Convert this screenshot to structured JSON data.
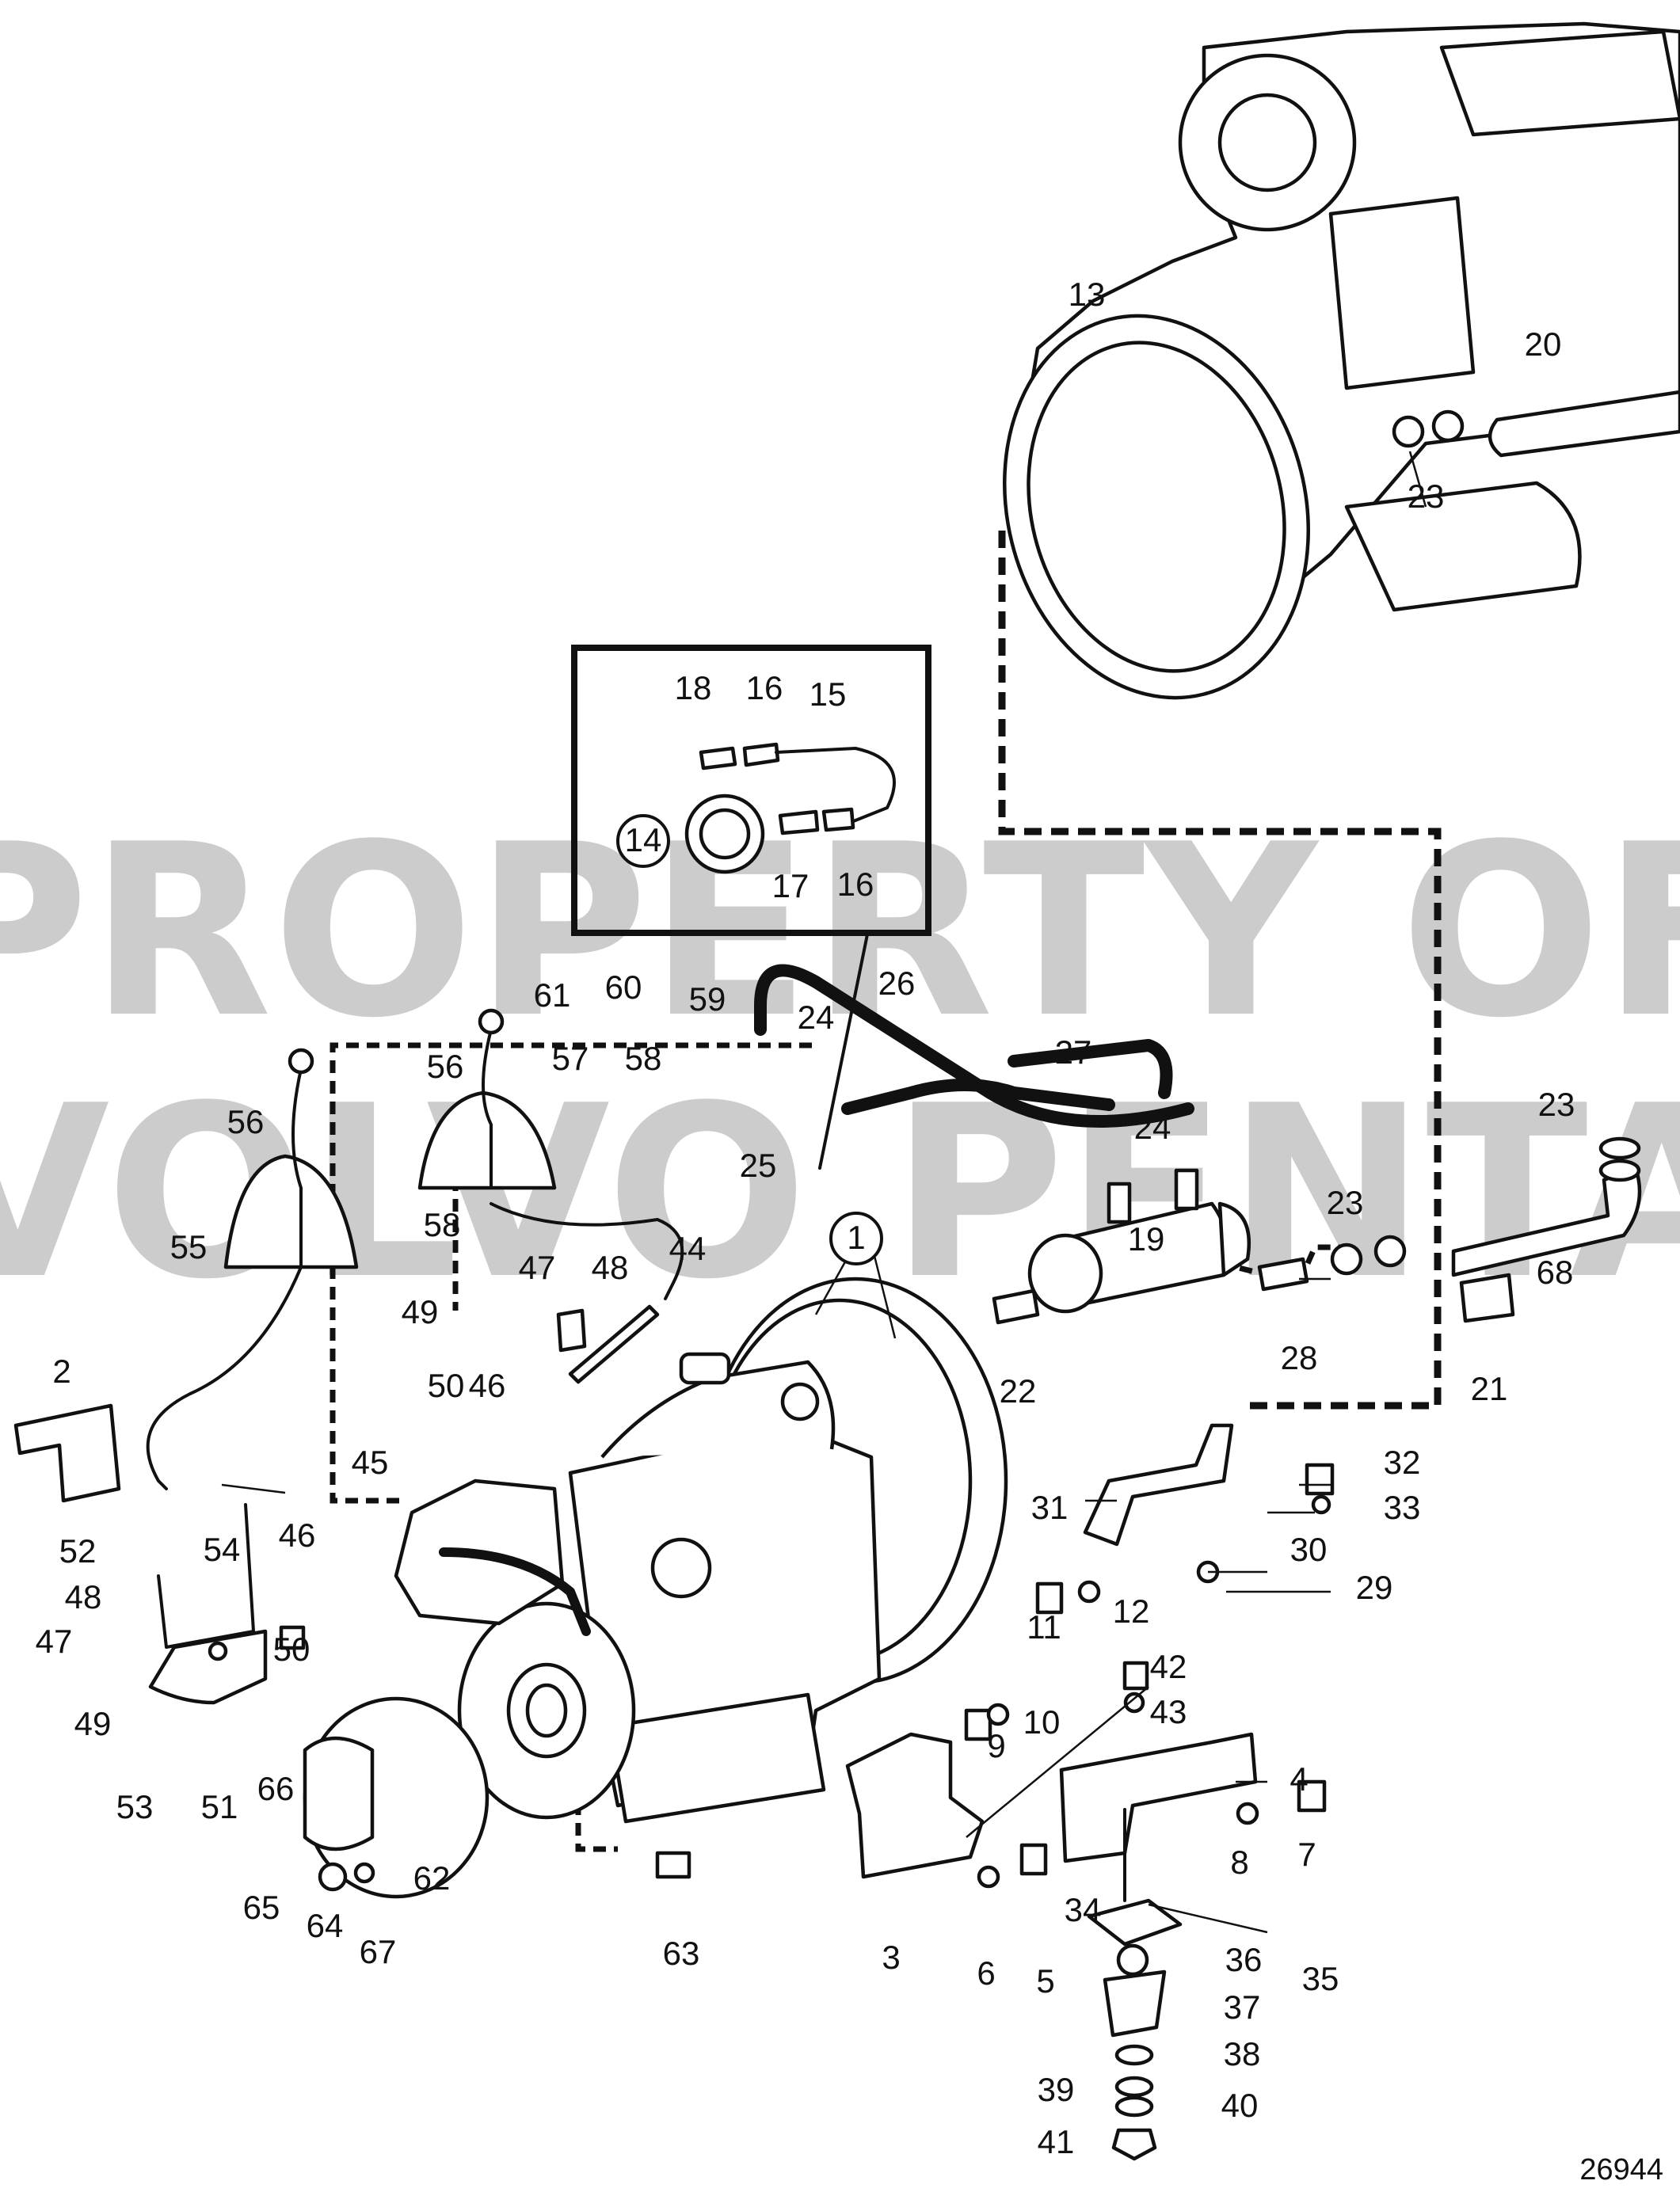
{
  "watermark": {
    "line1": "PROPERTY OF",
    "line2": "VOLVO PENTA"
  },
  "figure_ref": "26944",
  "callouts": {
    "c1": "1",
    "c2": "2",
    "c3": "3",
    "c4": "4",
    "c5": "5",
    "c6": "6",
    "c7": "7",
    "c8": "8",
    "c9": "9",
    "c10": "10",
    "c11": "11",
    "c12": "12",
    "c13": "13",
    "c14": "14",
    "c15": "15",
    "c16a": "16",
    "c16b": "16",
    "c17": "17",
    "c18": "18",
    "c19": "19",
    "c20": "20",
    "c21": "21",
    "c22": "22",
    "c23a": "23",
    "c23b": "23",
    "c23c": "23",
    "c24a": "24",
    "c24b": "24",
    "c25": "25",
    "c26": "26",
    "c27": "27",
    "c28": "28",
    "c29": "29",
    "c30": "30",
    "c31": "31",
    "c32": "32",
    "c33": "33",
    "c34": "34",
    "c35": "35",
    "c36": "36",
    "c37": "37",
    "c38": "38",
    "c39": "39",
    "c40": "40",
    "c41": "41",
    "c42": "42",
    "c43": "43",
    "c44": "44",
    "c45": "45",
    "c46a": "46",
    "c46b": "46",
    "c47a": "47",
    "c47b": "47",
    "c48a": "48",
    "c48b": "48",
    "c49a": "49",
    "c49b": "49",
    "c50a": "50",
    "c50b": "50",
    "c51": "51",
    "c52": "52",
    "c53": "53",
    "c54": "54",
    "c55": "55",
    "c56a": "56",
    "c56b": "56",
    "c57": "57",
    "c58a": "58",
    "c58b": "58",
    "c59": "59",
    "c60": "60",
    "c61": "61",
    "c62": "62",
    "c63": "63",
    "c64": "64",
    "c65": "65",
    "c66": "66",
    "c67": "67",
    "c68": "68"
  }
}
